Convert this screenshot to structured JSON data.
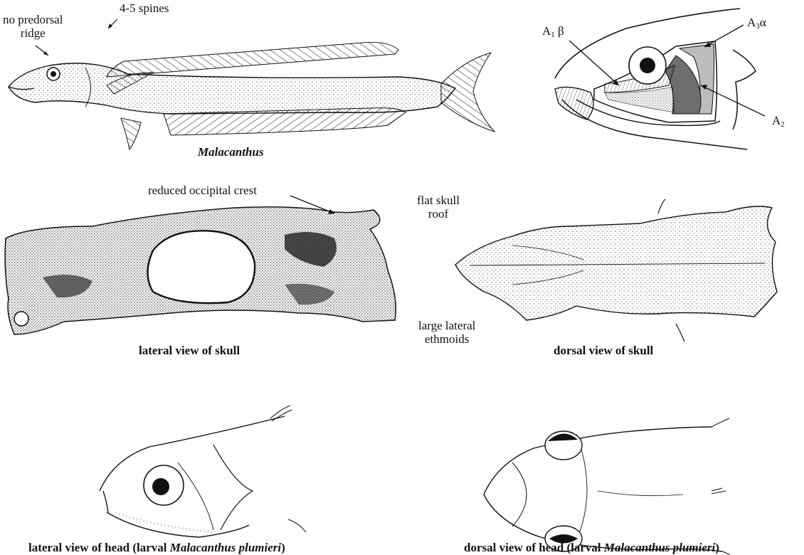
{
  "labels": {
    "no_predorsal_ridge_1": "no predorsal",
    "no_predorsal_ridge_2": "ridge",
    "spines": "4-5 spines",
    "a1": "A",
    "a1_sub": "1",
    "a1_greek": " β",
    "a3": "A",
    "a3_sub": "3",
    "a3_greek": "α",
    "a2": "A",
    "a2_sub": "2",
    "occipital_crest": "reduced occipital crest",
    "flat_skull_roof_1": "flat skull",
    "flat_skull_roof_2": "roof",
    "lateral_ethmoids_1": "large lateral",
    "lateral_ethmoids_2": "ethmoids"
  },
  "captions": {
    "fish": "Malacanthus",
    "lateral_skull": "lateral view of skull",
    "dorsal_skull": "dorsal view of skull",
    "larval_lateral_pre": "lateral view of head (larval ",
    "larval_lateral_italic": "Malacanthus plumieri",
    "larval_lateral_post": ")",
    "larval_dorsal_pre": "dorsal view of head (larval ",
    "larval_dorsal_italic": "Malacanthus plumieri",
    "larval_dorsal_post": ")"
  },
  "colors": {
    "ink": "#111111",
    "paper": "#ffffff",
    "muscle_dark": "#6e6e6e",
    "muscle_light": "#bdbdbd"
  }
}
